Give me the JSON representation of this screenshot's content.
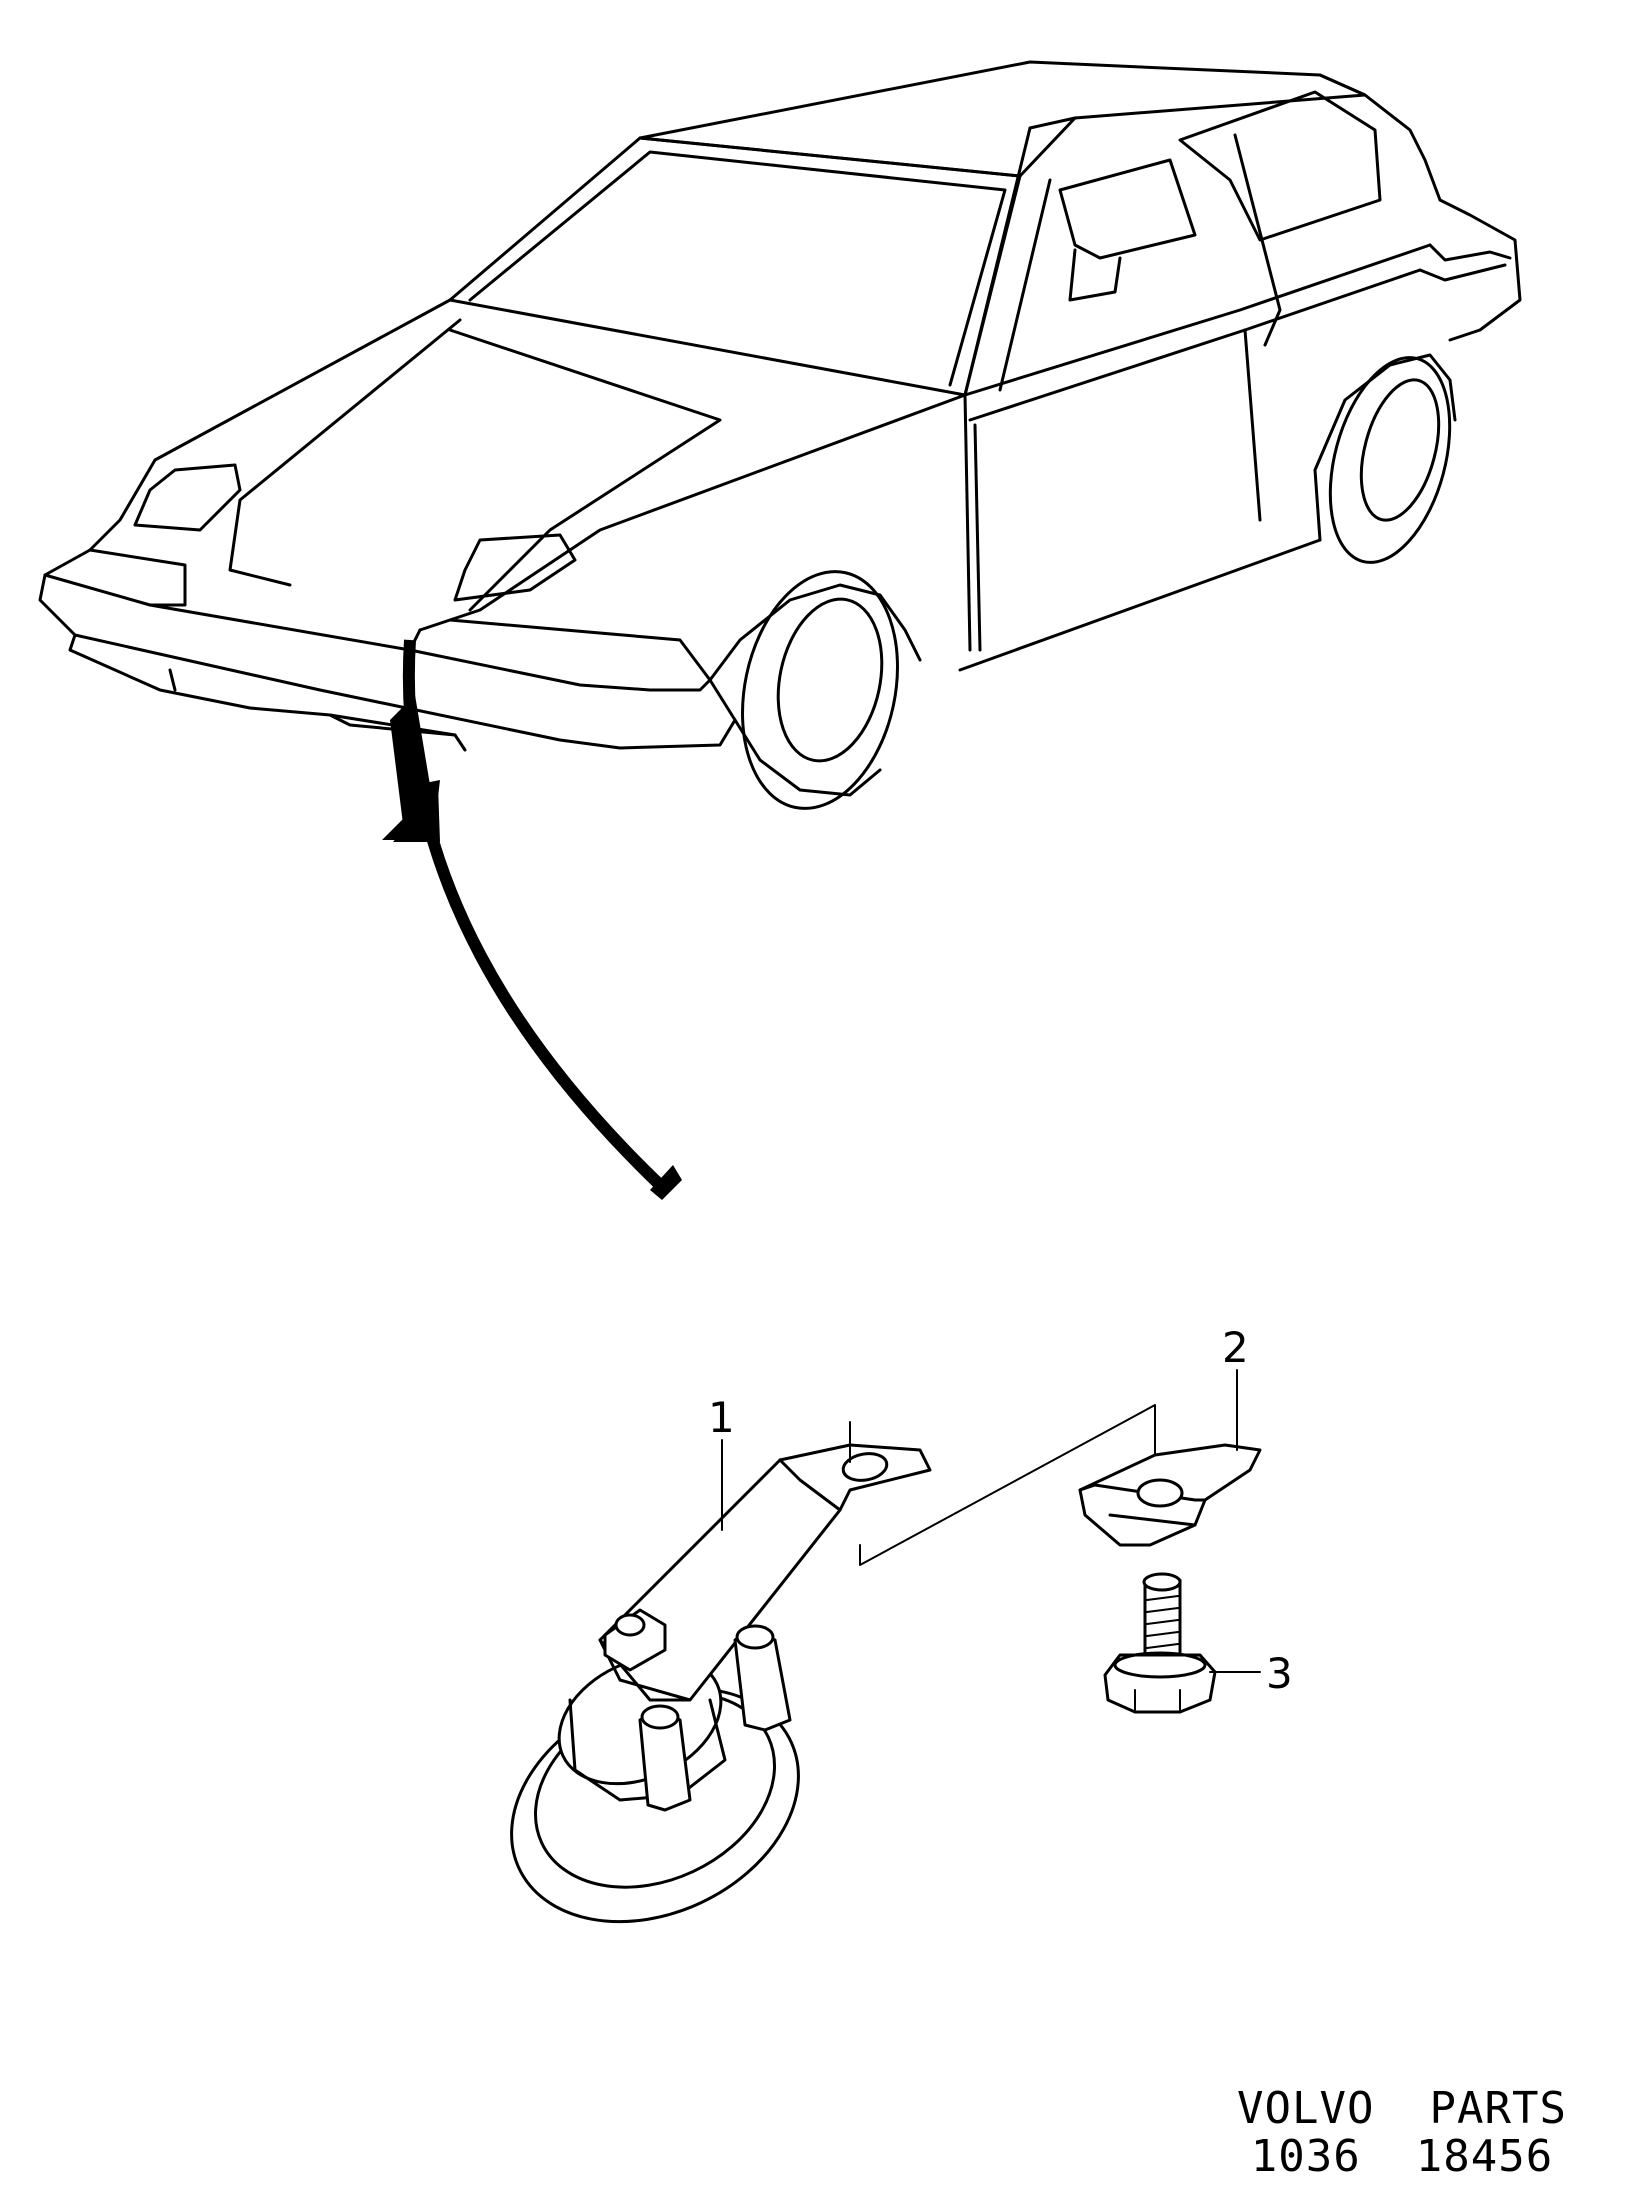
{
  "callouts": [
    {
      "number": "1"
    },
    {
      "number": "2"
    },
    {
      "number": "3"
    }
  ],
  "footer": {
    "line1": "VOLVO  PARTS",
    "line2": "1036  18456"
  }
}
